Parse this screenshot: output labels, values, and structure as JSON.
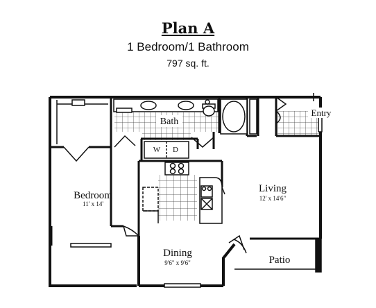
{
  "header": {
    "title": "Plan A",
    "subtitle": "1 Bedroom/1 Bathroom",
    "area": "797 sq. ft."
  },
  "rooms": {
    "bedroom": {
      "name": "Bedroom",
      "dims": "11' x 14'"
    },
    "living": {
      "name": "Living",
      "dims": "12' x 14'6\""
    },
    "dining": {
      "name": "Dining",
      "dims": "9'6\" x 9'6\""
    },
    "bath": {
      "name": "Bath"
    },
    "patio": {
      "name": "Patio"
    },
    "entry": {
      "name": "Entry"
    }
  },
  "fixtures": {
    "washer": "W",
    "dryer": "D"
  },
  "colors": {
    "wall": "#111111",
    "tile": "#444444"
  }
}
